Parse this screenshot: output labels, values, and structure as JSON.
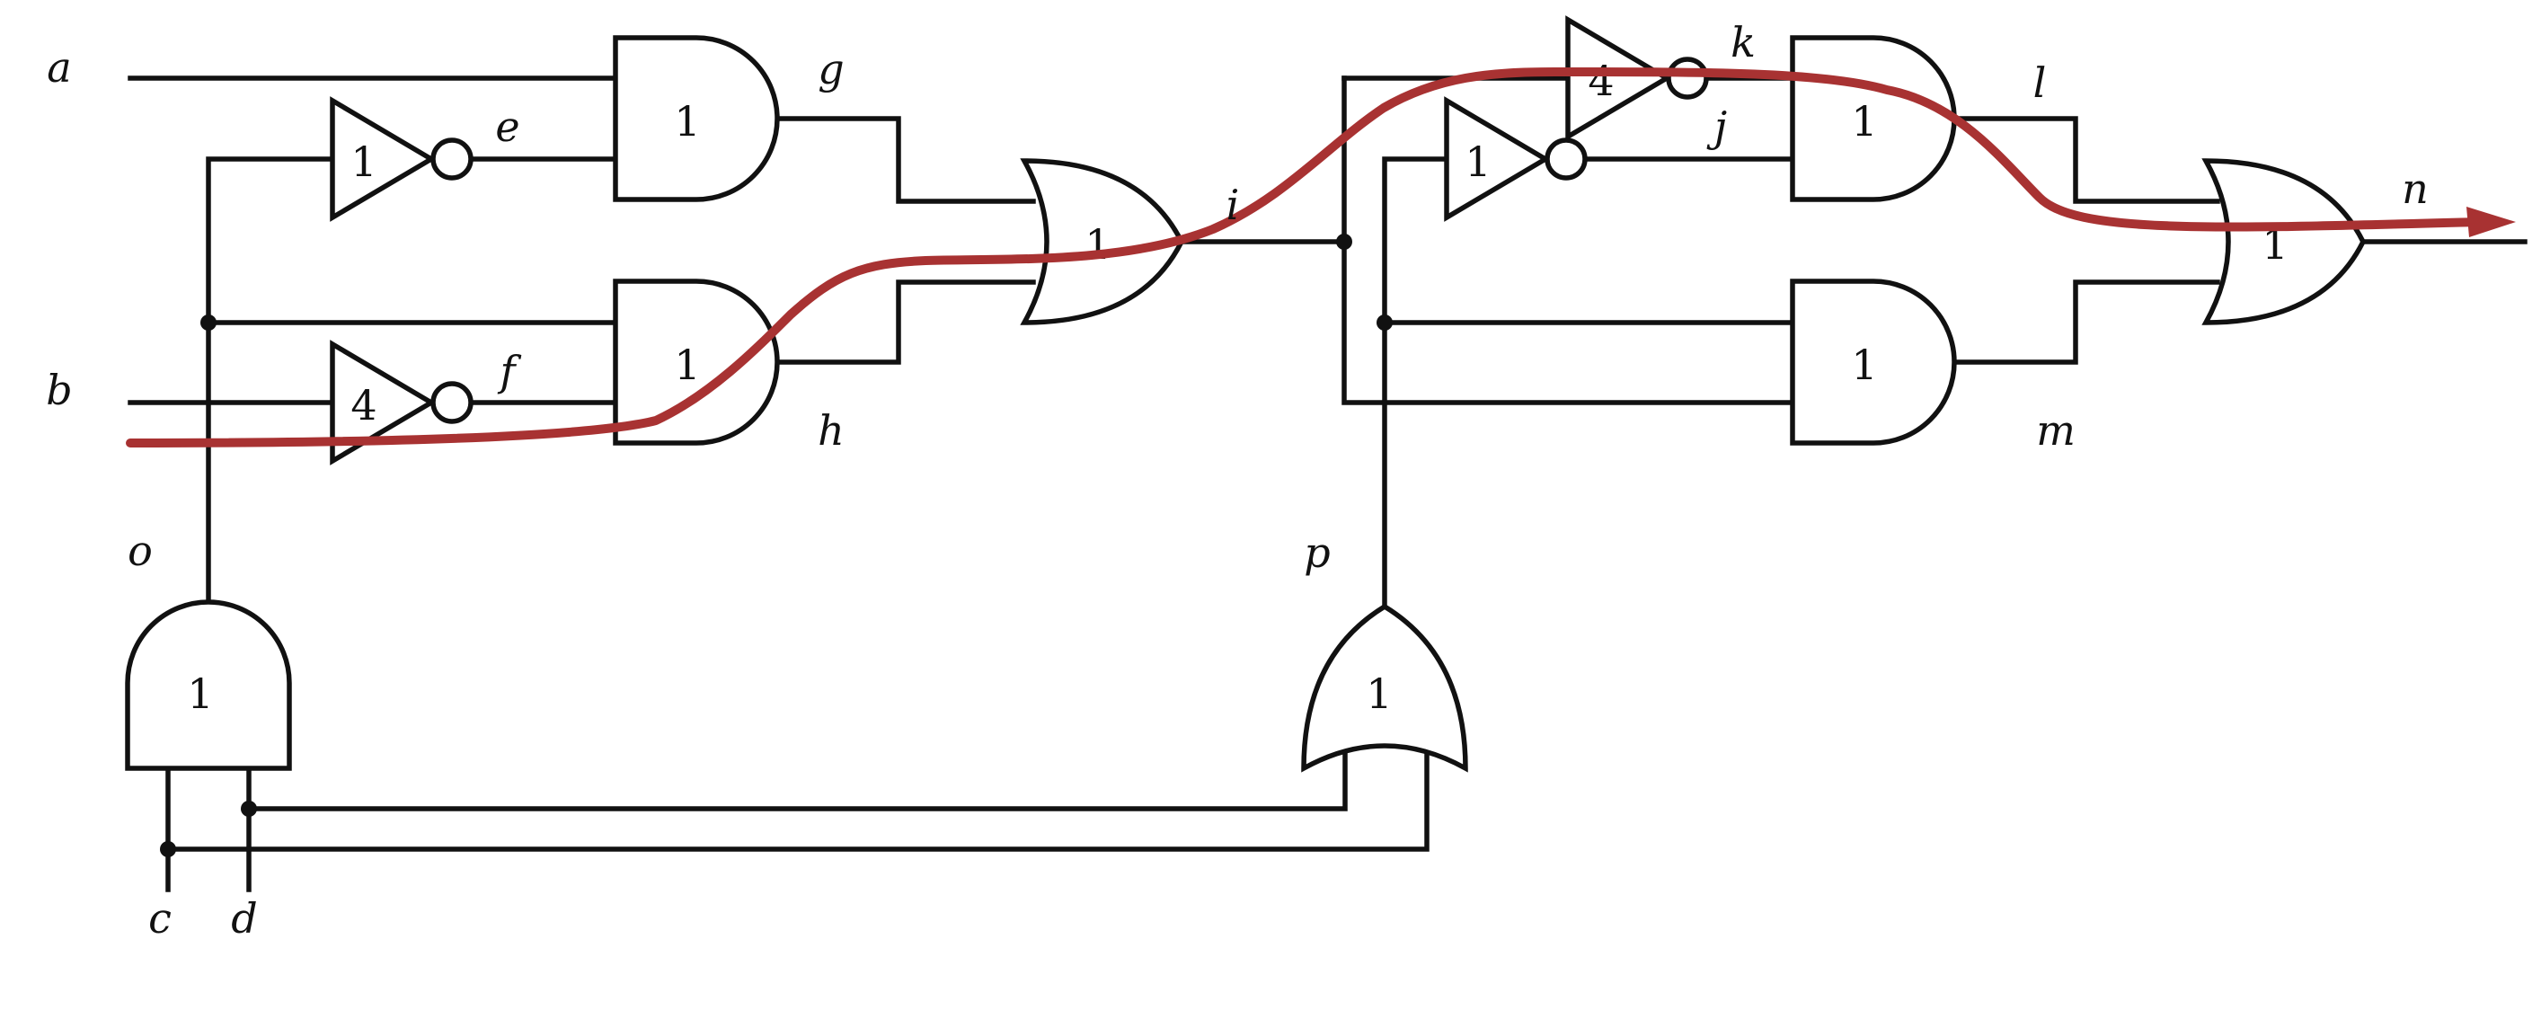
{
  "diagram": {
    "signals": {
      "a": "a",
      "b": "b",
      "c": "c",
      "d": "d",
      "e": "e",
      "f": "f",
      "g": "g",
      "h": "h",
      "i": "i",
      "j": "j",
      "k": "k",
      "l": "l",
      "m": "m",
      "n": "n",
      "o": "o",
      "p": "p"
    },
    "gates": {
      "not_e": "1",
      "not_f": "4",
      "and_g": "1",
      "and_h": "1",
      "or_i": "1",
      "and_o": "1",
      "or_p": "1",
      "not_j": "1",
      "not_k": "4",
      "and_l": "1",
      "and_m": "1",
      "or_n": "1"
    },
    "colors": {
      "wire": "#111111",
      "critical_path": "#a83232"
    }
  }
}
